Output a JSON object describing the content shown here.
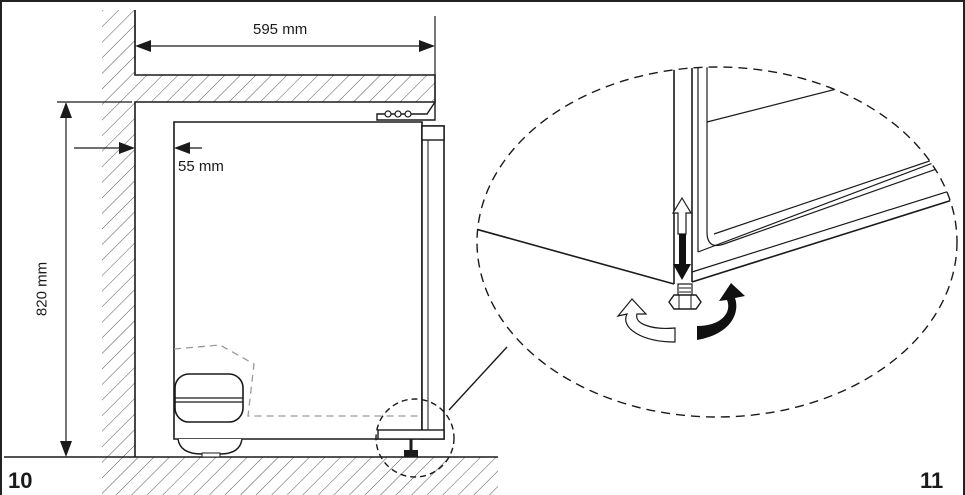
{
  "figure_left": {
    "number": "10",
    "dim_width": "595 mm",
    "dim_gap": "55 mm",
    "dim_height": "820 mm"
  },
  "figure_right": {
    "number": "11"
  },
  "colors": {
    "line": "#1a1a1a",
    "hatch": "#555555",
    "light_arrow": "#ffffff",
    "dark_arrow": "#111111",
    "ghost_outline": "#9a9a9a"
  }
}
